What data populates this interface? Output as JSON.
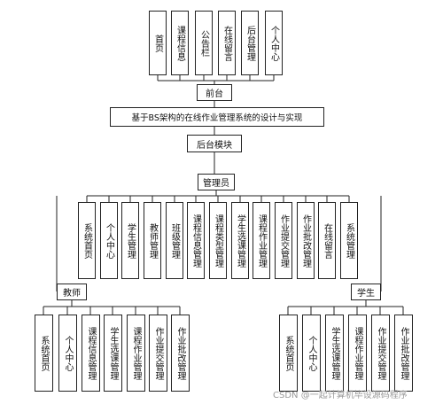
{
  "frontend": {
    "items": [
      "首页",
      "课程信息",
      "公告栏",
      "在线留言",
      "后台管理",
      "个人中心"
    ],
    "label": "前台"
  },
  "system_title": "基于BS架构的在线作业管理系统的设计与实现",
  "backend_label": "后台模块",
  "admin": {
    "label": "管理员",
    "items": [
      "系统首页",
      "个人中心",
      "学生管理",
      "教师管理",
      "班级管理",
      "课程信息管理",
      "课程类型管理",
      "学生选课管理",
      "课程作业管理",
      "作业提交管理",
      "作业批改管理",
      "在线留言",
      "系统管理"
    ]
  },
  "teacher": {
    "label": "教师",
    "items": [
      "系统首页",
      "个人中心",
      "课程信息管理",
      "学生选课管理",
      "课程作业管理",
      "作业提交管理",
      "作业批改管理"
    ]
  },
  "student": {
    "label": "学生",
    "items": [
      "系统首页",
      "个人中心",
      "学生选课管理",
      "课程作业管理",
      "作业提交管理",
      "作业批改管理"
    ]
  },
  "watermark": "CSDN @一起计算机毕设源码程序"
}
